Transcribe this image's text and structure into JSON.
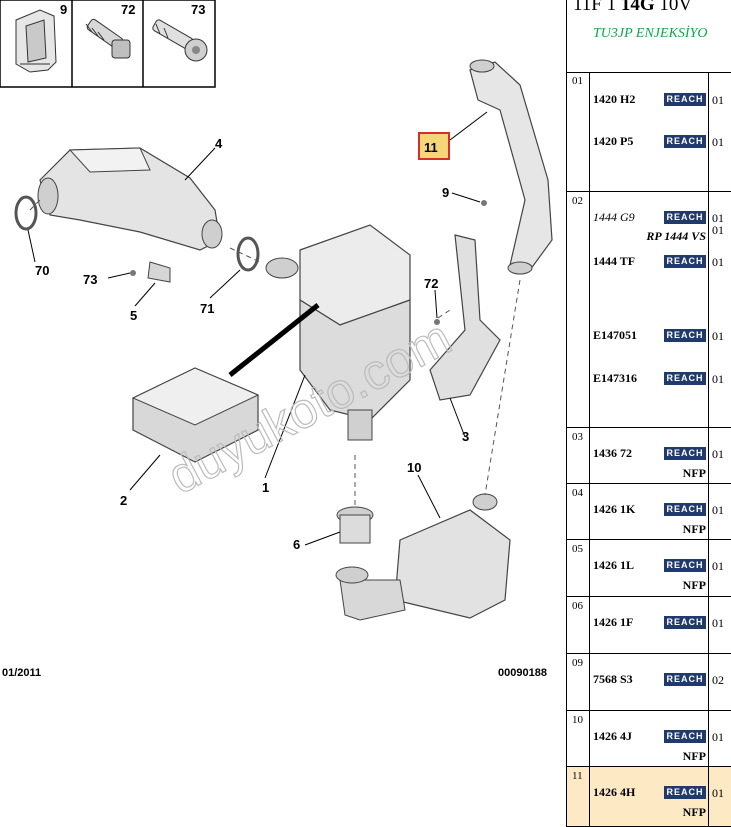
{
  "diagram": {
    "callouts": {
      "c9": "9",
      "c72": "72",
      "c73": "73",
      "c4": "4",
      "c70": "70",
      "c71": "71",
      "c73b": "73",
      "c5": "5",
      "c2": "2",
      "c1": "1",
      "c72b": "72",
      "c3": "3",
      "c10": "10",
      "c6": "6",
      "c11": "11",
      "c9b": "9"
    },
    "date": "01/2011",
    "ref": "00090188",
    "watermark": "duyukoto.com",
    "highlight_color": "#d32f2f"
  },
  "table": {
    "header_title_prefix": "11F 1 ",
    "header_title_bold": "14G",
    "header_title_suffix": " 10V",
    "header_subtitle": "TU3JP ENJEKSİYO",
    "badge": "REACH",
    "rows": [
      {
        "num": "01",
        "parts": [
          {
            "pn": "1420 H2",
            "qty": "01"
          },
          {
            "pn": "1420 P5",
            "qty": "01"
          }
        ]
      },
      {
        "num": "02",
        "parts": [
          {
            "pn": "1444 G9",
            "qty": "01",
            "note": "RP 1444 VS",
            "note_qty": "01"
          },
          {
            "pn": "1444 TF",
            "qty": "01"
          },
          {
            "pn": "E147051",
            "qty": "01"
          },
          {
            "pn": "E147316",
            "qty": "01"
          }
        ]
      },
      {
        "num": "03",
        "parts": [
          {
            "pn": "1436 72",
            "qty": "01",
            "note": "NFP"
          }
        ]
      },
      {
        "num": "04",
        "parts": [
          {
            "pn": "1426 1K",
            "qty": "01",
            "note": "NFP"
          }
        ]
      },
      {
        "num": "05",
        "parts": [
          {
            "pn": "1426 1L",
            "qty": "01",
            "note": "NFP"
          }
        ]
      },
      {
        "num": "06",
        "parts": [
          {
            "pn": "1426 1F",
            "qty": "01"
          }
        ]
      },
      {
        "num": "09",
        "parts": [
          {
            "pn": "7568 S3",
            "qty": "02"
          }
        ]
      },
      {
        "num": "10",
        "parts": [
          {
            "pn": "1426 4J",
            "qty": "01",
            "note": "NFP"
          }
        ]
      },
      {
        "num": "11",
        "parts": [
          {
            "pn": "1426 4H",
            "qty": "01",
            "note": "NFP"
          }
        ]
      }
    ]
  }
}
